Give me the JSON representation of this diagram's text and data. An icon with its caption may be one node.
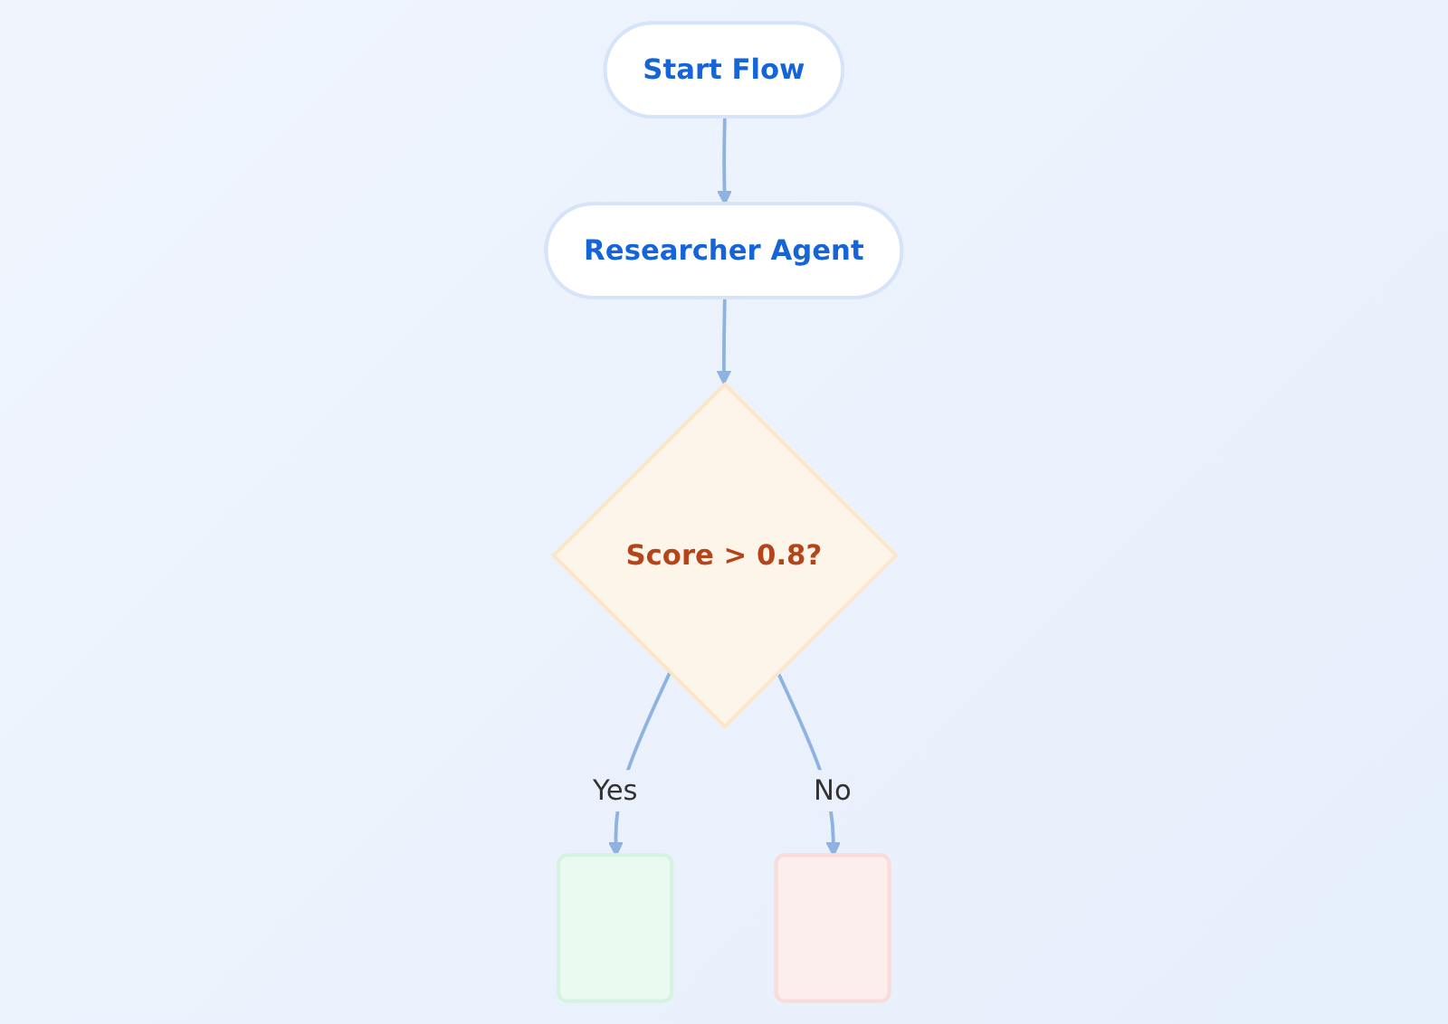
{
  "diagram": {
    "nodes": [
      {
        "text": [
          "Start Flow"
        ]
      },
      {
        "text": [
          "Researcher Agent"
        ]
      },
      {
        "text": [
          "Score > 0.8?"
        ]
      },
      {
        "text": [],
        "shape": "box"
      },
      {
        "text": [],
        "shape": "box"
      }
    ],
    "edges": [
      {
        "from": 0,
        "to": 1,
        "arrow": "to"
      },
      {
        "from": 1,
        "to": 2,
        "arrow": "to"
      },
      {
        "from": 2,
        "to": 3,
        "arrow": "to",
        "label": "Yes"
      },
      {
        "from": 2,
        "to": 4,
        "arrow": "to",
        "label": "No"
      }
    ]
  }
}
